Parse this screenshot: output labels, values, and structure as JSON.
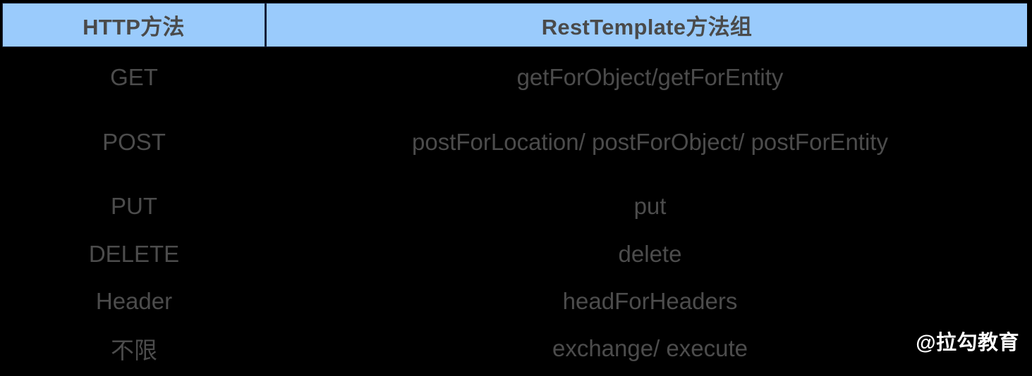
{
  "table": {
    "columns": [
      {
        "key": "http_method",
        "label": "HTTP方法"
      },
      {
        "key": "resttemplate_group",
        "label": "RestTemplate方法组"
      }
    ],
    "rows": [
      {
        "http_method": "GET",
        "resttemplate_group": "getForObject/getForEntity"
      },
      {
        "http_method": "POST",
        "resttemplate_group": "postForLocation/ postForObject/ postForEntity"
      },
      {
        "http_method": "PUT",
        "resttemplate_group": "put"
      },
      {
        "http_method": "DELETE",
        "resttemplate_group": "delete"
      },
      {
        "http_method": "Header",
        "resttemplate_group": "headForHeaders"
      },
      {
        "http_method": "不限",
        "resttemplate_group": "exchange/ execute"
      }
    ]
  },
  "watermark": {
    "text": "@拉勾教育"
  },
  "colors": {
    "header_background": "#9ACBFC",
    "header_text": "#4a4a4a",
    "body_text": "#4c4c4c",
    "page_background": "#000000",
    "border": "#16213a",
    "watermark_text": "#ffffff"
  }
}
